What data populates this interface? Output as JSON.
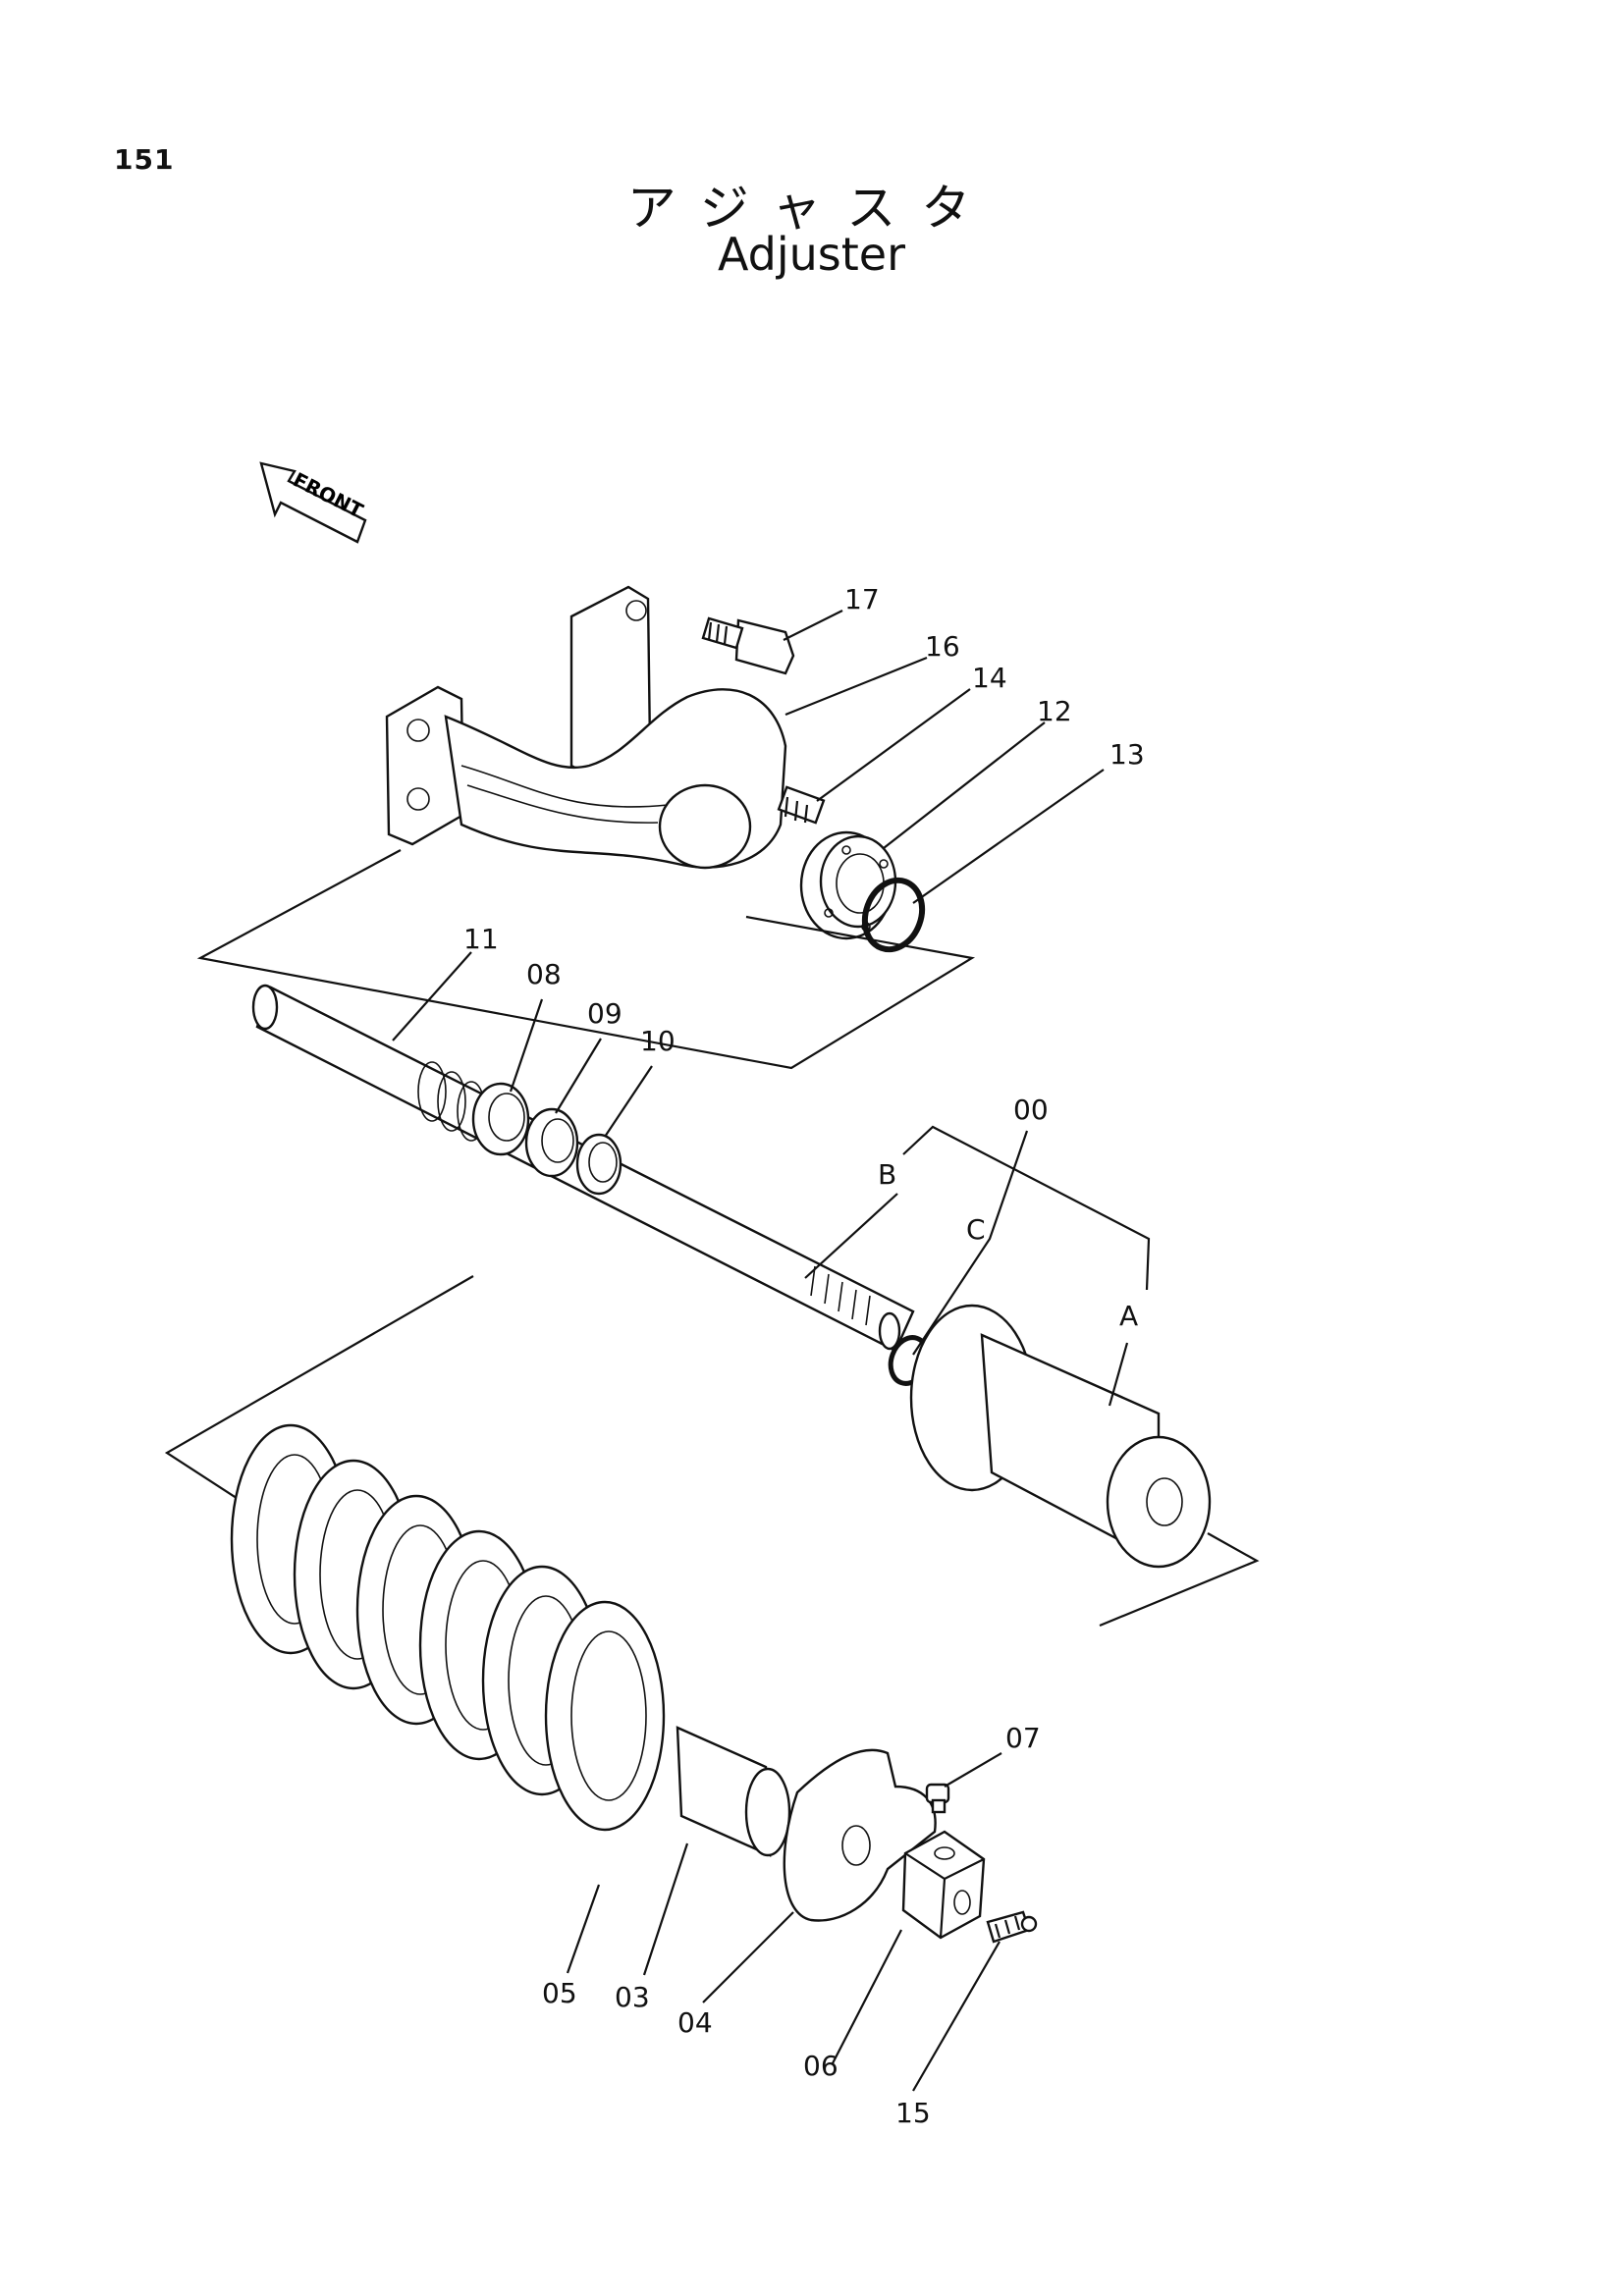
{
  "header": {
    "page_number": "151",
    "title_jp": "アジャスタ",
    "title_en": "Adjuster"
  },
  "front_indicator": {
    "label": "FRONT",
    "icon": "front-arrow-icon"
  },
  "callouts": {
    "c17": "17",
    "c16": "16",
    "c14": "14",
    "c12": "12",
    "c13": "13",
    "c11": "11",
    "c08": "08",
    "c09": "09",
    "c10": "10",
    "c00": "00",
    "cB": "B",
    "cC": "C",
    "cA": "A",
    "c07": "07",
    "c05": "05",
    "c03": "03",
    "c04": "04",
    "c06": "06",
    "c15": "15"
  }
}
